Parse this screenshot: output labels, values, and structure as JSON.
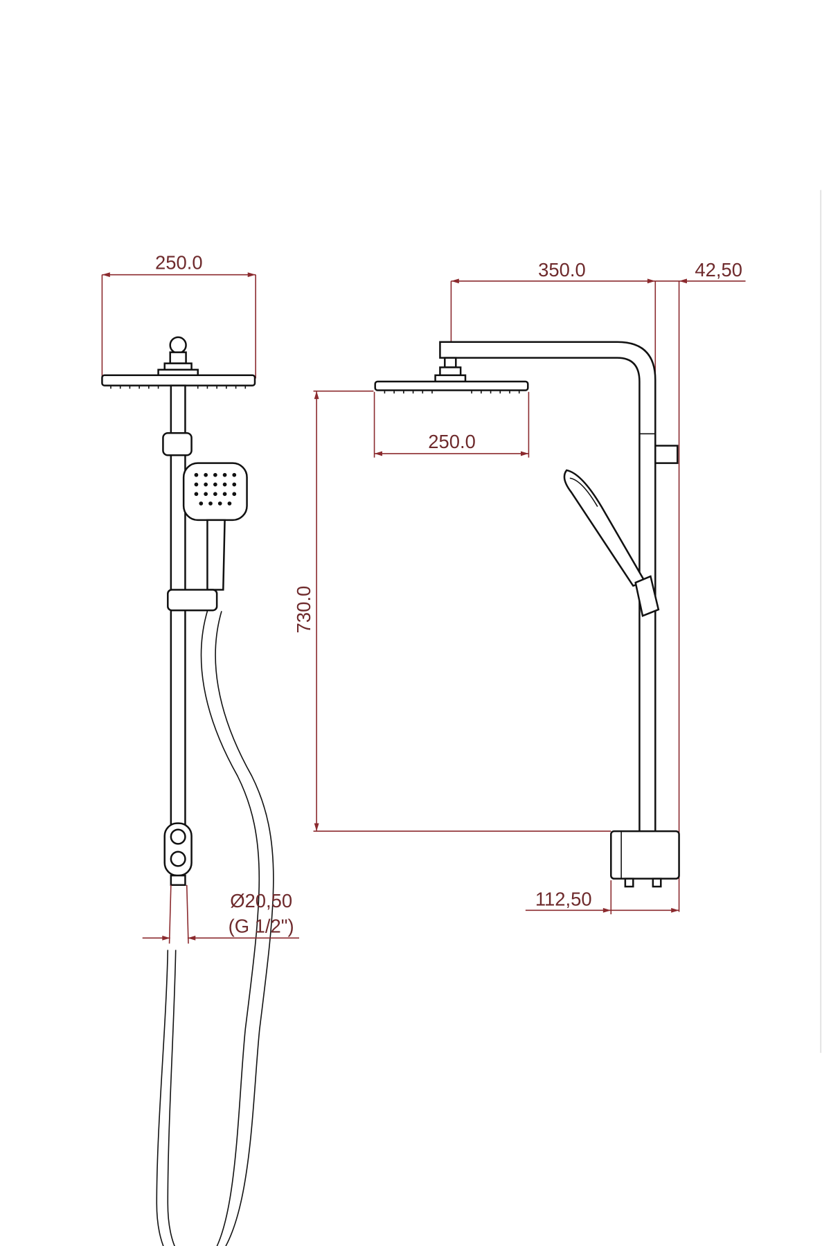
{
  "drawing": {
    "front_view": {
      "head_width": "250.0",
      "connection_diameter": "Ø20,50",
      "connection_thread": "(G 1/2\")"
    },
    "side_view": {
      "arm_length": "350.0",
      "wall_offset": "42,50",
      "head_width": "250.0",
      "height": "730.0",
      "mixer_depth": "112,50"
    },
    "colors": {
      "dimension": "#8b2a2e",
      "outline": "#111111"
    }
  }
}
